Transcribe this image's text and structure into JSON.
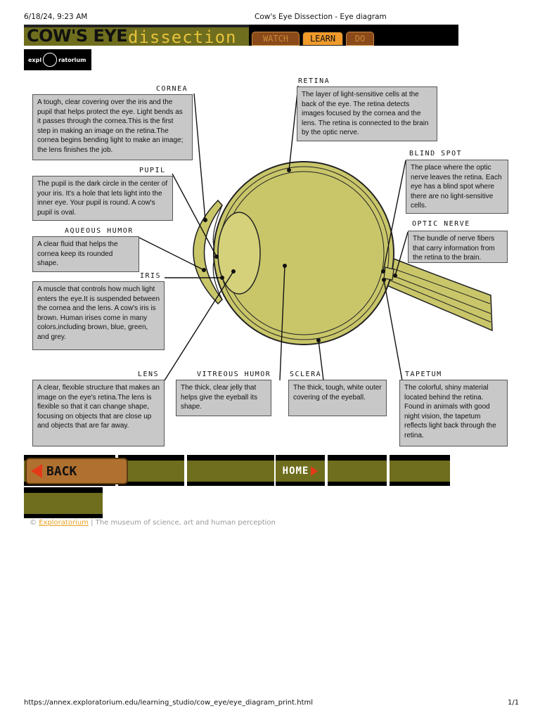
{
  "print_header": {
    "datetime": "6/18/24, 9:23 AM",
    "title": "Cow's Eye Dissection - Eye diagram"
  },
  "banner": {
    "title_bold": "COW'S EYE",
    "title_light": "dissection",
    "tabs": [
      {
        "label": "WATCH",
        "active": false
      },
      {
        "label": "LEARN",
        "active": true
      },
      {
        "label": "DO",
        "active": false
      }
    ]
  },
  "logo": {
    "left": "expl",
    "right": "ratorium"
  },
  "parts": {
    "cornea": {
      "label": "CORNEA",
      "text": "A tough, clear covering over the iris and the pupil that helps protect the eye.  Light bends as it passes through the cornea.This is the first step in making an image on the retina.The cornea begins bending light to make an image; the lens finishes the job."
    },
    "pupil": {
      "label": "PUPIL",
      "text": "The pupil is the dark circle in the center of your iris. It's a hole that lets light into the inner eye. Your pupil is round. A cow's pupil is oval."
    },
    "aqueous": {
      "label": "AQUEOUS HUMOR",
      "text": "A clear fluid that helps the cornea keep its rounded shape."
    },
    "iris": {
      "label": "IRIS",
      "text": "A muscle that controls how much light enters the eye.It is suspended between the  cornea and the lens. A cow's iris is brown. Human irises come in many colors,including brown, blue, green, and grey."
    },
    "lens": {
      "label": "LENS",
      "text": "A clear, flexible structure that makes an image on the eye's retina.The lens is flexible so that it can change shape, focusing on objects that are close up and objects that are far away."
    },
    "vitreous": {
      "label": "VITREOUS HUMOR",
      "text": "The thick, clear jelly that helps give the eyeball its shape."
    },
    "sclera": {
      "label": "SCLERA",
      "text": "The thick, tough, white outer covering of the eyeball."
    },
    "tapetum": {
      "label": "TAPETUM",
      "text": "The colorful, shiny material located behind the retina. Found in animals with good night vision, the tapetum reflects light back through the retina."
    },
    "retina": {
      "label": "RETINA",
      "text": "The layer of light-sensitive cells at the back of the eye. The retina detects images focused by the cornea and the lens. The retina is connected to the brain by the optic nerve."
    },
    "blind_spot": {
      "label": "BLIND SPOT",
      "text": "The place where the optic nerve leaves the retina. Each eye has a blind spot where there are no light-sensitive cells."
    },
    "optic_nerve": {
      "label": "OPTIC NERVE",
      "text": "The bundle of nerve fibers that carry information from the retina to the brain."
    }
  },
  "colors": {
    "eyeball": "#c9c66a",
    "outline": "#222222",
    "box_fill": "#c8c8c8",
    "nav_olive": "#6e6e1e",
    "accent_orange": "#e8a020",
    "arrow_red": "#e43a1a"
  },
  "bottom_nav": {
    "back_label": "BACK",
    "home_label": "HOME"
  },
  "footer": {
    "copyright": "©",
    "link": "Exploratorium",
    "separator": "|",
    "tagline": "The museum of science, art and human perception"
  },
  "print_footer": {
    "url": "https://annex.exploratorium.edu/learning_studio/cow_eye/eye_diagram_print.html",
    "page": "1/1"
  }
}
